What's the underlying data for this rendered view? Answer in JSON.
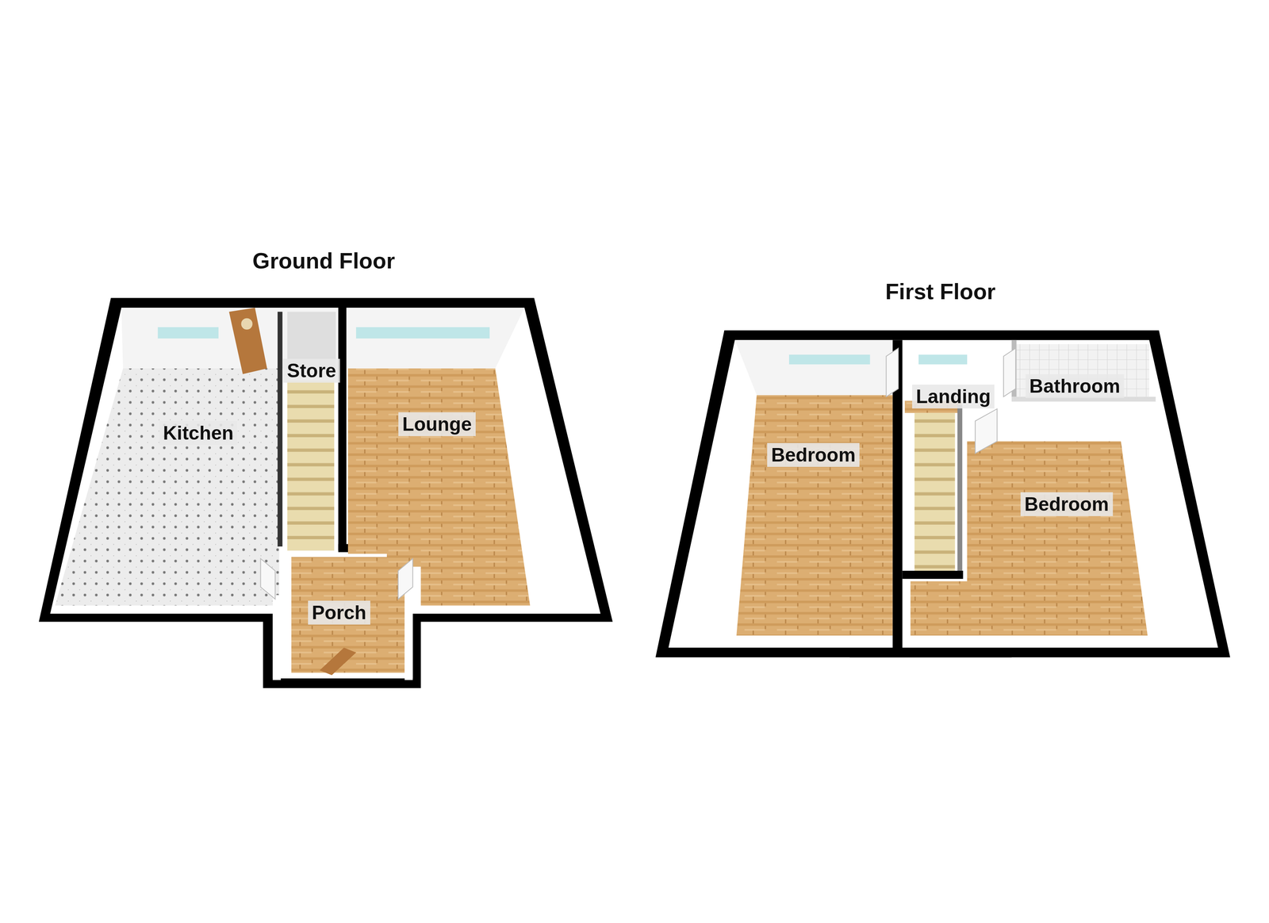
{
  "diagram": {
    "nodes": [
      {
        "text": [
          "Ground Floor"
        ]
      },
      {
        "text": [
          "Kitchen"
        ],
        "in": 0
      },
      {
        "text": [
          "Store"
        ],
        "in": 0
      },
      {
        "text": [
          "Lounge"
        ],
        "in": 0
      },
      {
        "text": [
          "Porch"
        ],
        "in": 0
      },
      {
        "text": [
          "First Floor"
        ]
      },
      {
        "text": [
          "Bedroom"
        ],
        "in": 5
      },
      {
        "text": [
          "Landing"
        ],
        "in": 5
      },
      {
        "text": [
          "Bathroom"
        ],
        "in": 5
      },
      {
        "text": [
          "Bedroom"
        ],
        "in": 5
      }
    ]
  }
}
